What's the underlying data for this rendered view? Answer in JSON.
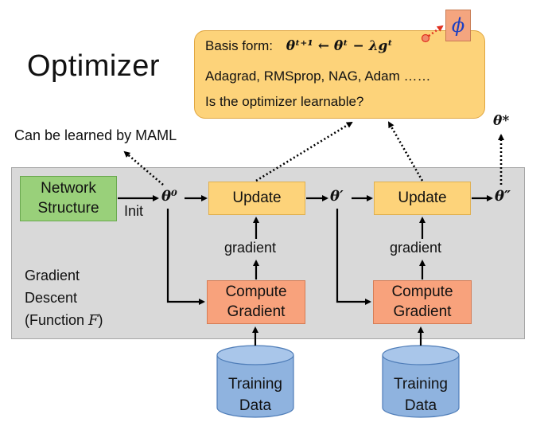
{
  "slide": {
    "title": "Optimizer"
  },
  "optimizer_box": {
    "basis_prefix": "Basis form:",
    "basis_formula": "θᵗ⁺¹ ← θᵗ − λgᵗ",
    "examples": "Adagrad, RMSprop, NAG, Adam ……",
    "question": "Is the optimizer learnable?",
    "phi_symbol": "ϕ"
  },
  "annotations": {
    "maml": "Can be learned by MAML",
    "init": "Init",
    "theta_star": "θ*"
  },
  "panel": {
    "label_line1": "Gradient",
    "label_line2": "Descent",
    "label_line3_prefix": "(Function ",
    "label_line3_var": "F",
    "label_line3_suffix": ")"
  },
  "nodes": {
    "network_line1": "Network",
    "network_line2": "Structure",
    "update_1": "Update",
    "update_2": "Update",
    "compute1_line1": "Compute",
    "compute1_line2": "Gradient",
    "compute2_line1": "Compute",
    "compute2_line2": "Gradient",
    "gradient_1": "gradient",
    "gradient_2": "gradient",
    "data1_line1": "Training",
    "data1_line2": "Data",
    "data2_line1": "Training",
    "data2_line2": "Data"
  },
  "thetas": {
    "theta0": "θ⁰",
    "theta_prime": "θ′",
    "theta_dprime": "θ″"
  },
  "colors": {
    "network": "#99d07a",
    "update": "#fdd37a",
    "compute": "#f8a27c",
    "data": "#8fb3df",
    "panel": "#d9d9d9",
    "phi": "#1f3fc0",
    "highlight_arrow": "#e03020"
  }
}
